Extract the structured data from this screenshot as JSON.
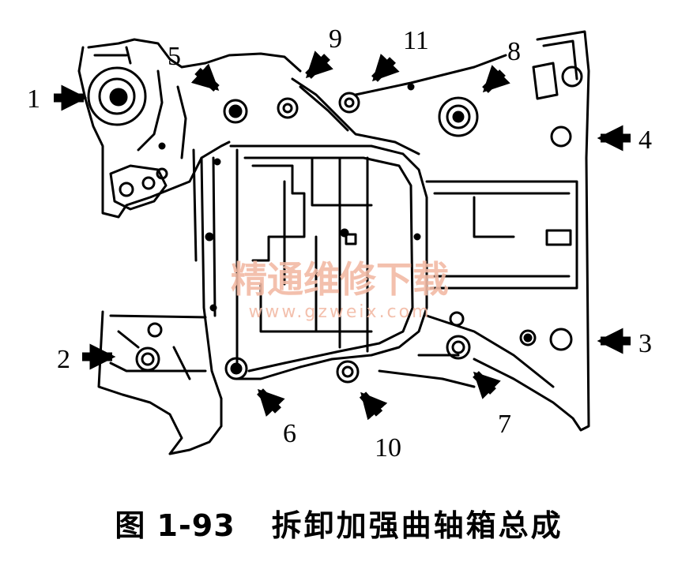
{
  "caption": {
    "figure_label": "图 1-93",
    "title": "拆卸加强曲轴箱总成"
  },
  "watermark": {
    "text": "精通维修下载",
    "url": "www.gzweix.com",
    "color": "#f2b9a4"
  },
  "callouts": {
    "n1": "1",
    "n2": "2",
    "n3": "3",
    "n4": "4",
    "n5": "5",
    "n6": "6",
    "n7": "7",
    "n8": "8",
    "n9": "9",
    "n10": "10",
    "n11": "11"
  },
  "colors": {
    "ink": "#000000",
    "paper": "#ffffff"
  }
}
